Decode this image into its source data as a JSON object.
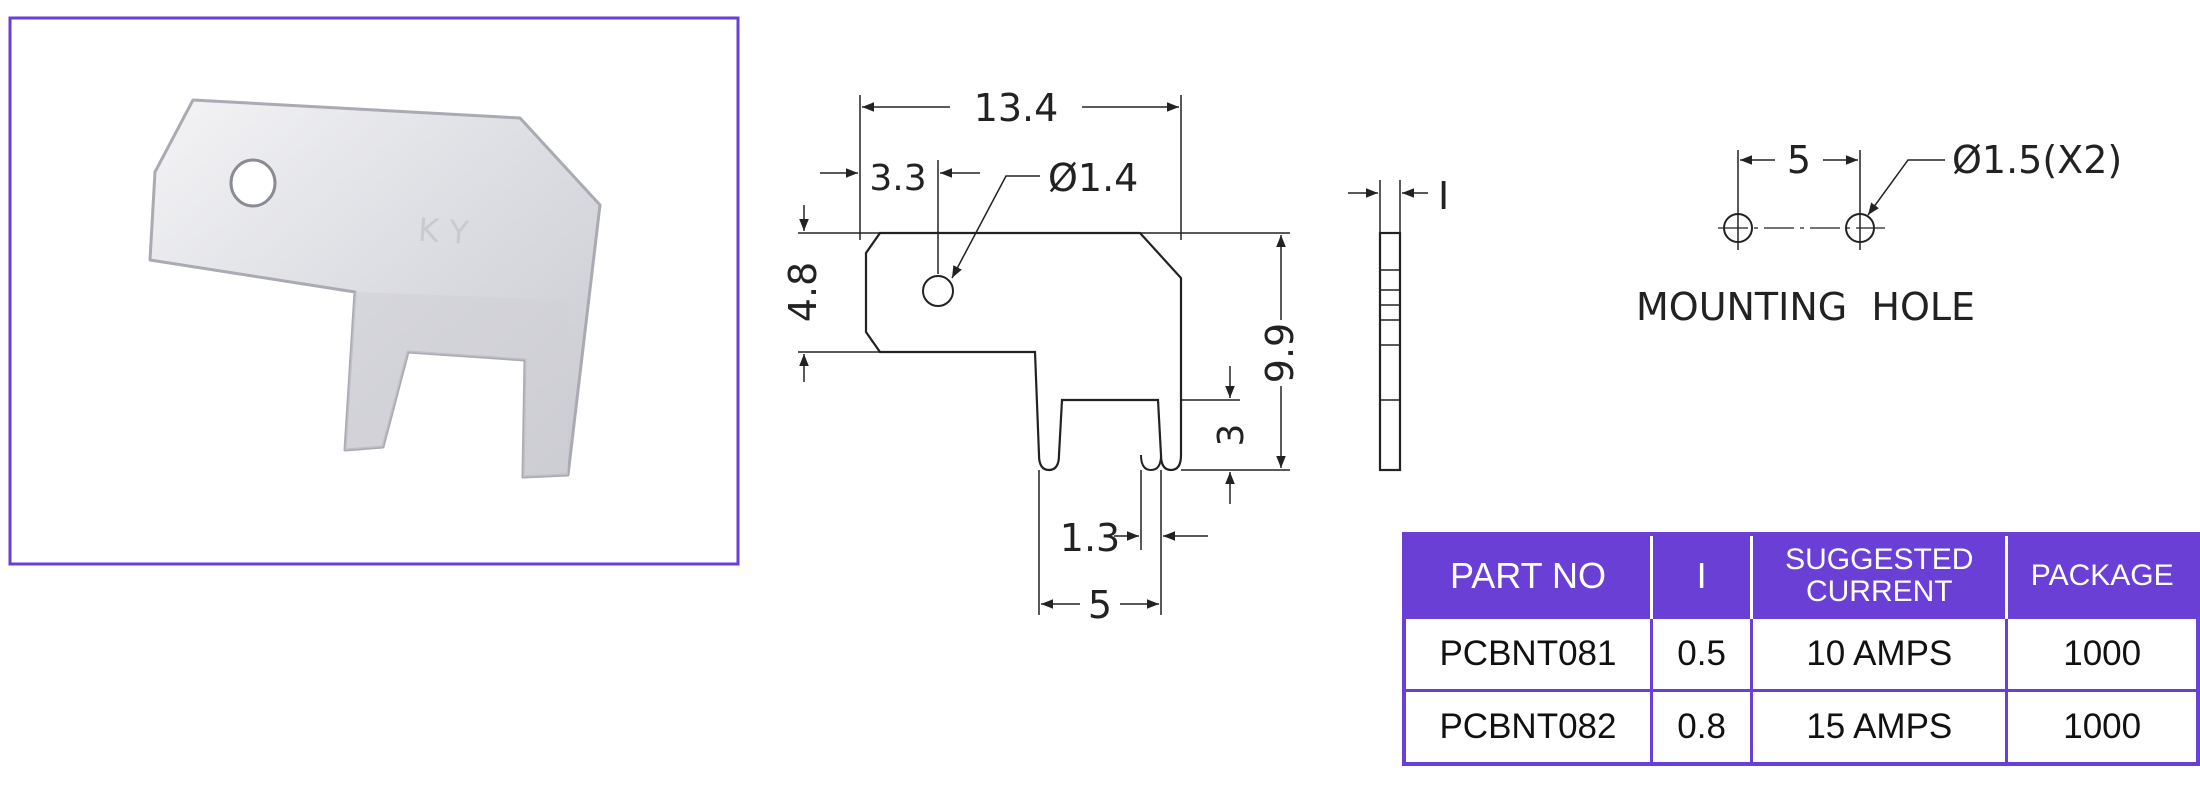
{
  "photo": {
    "description_icon": "pcb-tab-terminal-photo",
    "stamp_text": "K Y",
    "frame_color": "#6a3fd6"
  },
  "front_view": {
    "dim_total_width": "13.4",
    "dim_hole_offset": "3.3",
    "dim_hole_diameter": "Ø1.4",
    "dim_tab_height": "4.8",
    "dim_overall_height": "9.9",
    "dim_pin_length": "3",
    "dim_pin_width": "1.3",
    "dim_pin_pitch": "5"
  },
  "side_view": {
    "dim_thickness_label": "I"
  },
  "mounting": {
    "dim_pitch": "5",
    "dim_hole": "Ø1.5(X2)",
    "title": "MOUNTING  HOLE"
  },
  "table": {
    "header_color": "#6a3fd6",
    "headers": {
      "part_no": "PART NO",
      "thickness": "I",
      "current_line1": "SUGGESTED",
      "current_line2": "CURRENT",
      "package": "PACKAGE"
    },
    "rows": [
      {
        "part_no": "PCBNT081",
        "thickness": "0.5",
        "current": "10 AMPS",
        "package": "1000"
      },
      {
        "part_no": "PCBNT082",
        "thickness": "0.8",
        "current": "15 AMPS",
        "package": "1000"
      }
    ]
  }
}
